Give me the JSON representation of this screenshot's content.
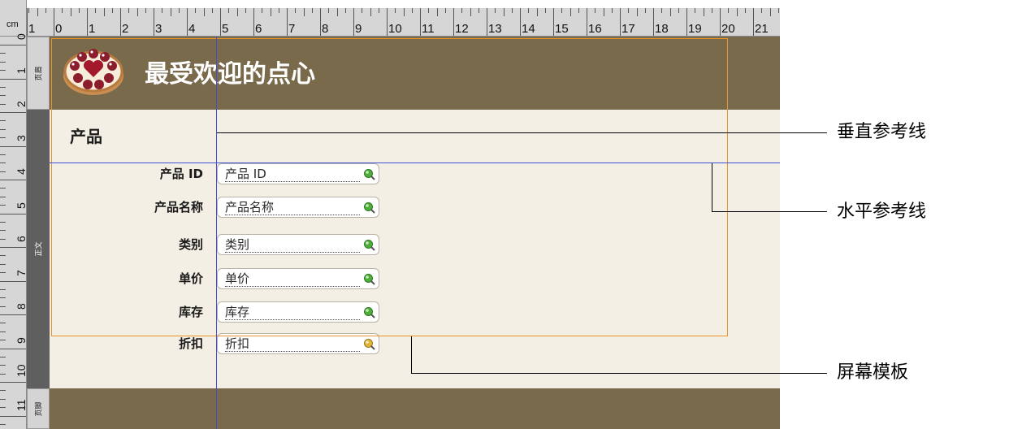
{
  "ruler": {
    "unit": "cm",
    "top_numbers": [
      "1",
      "0",
      "1",
      "2",
      "3",
      "4",
      "5",
      "6",
      "7",
      "8",
      "9",
      "10",
      "11",
      "12",
      "13",
      "14",
      "15",
      "16",
      "17",
      "18",
      "19",
      "20",
      "21"
    ],
    "left_numbers": [
      "0",
      "1",
      "2",
      "3",
      "4",
      "5",
      "6",
      "7",
      "8",
      "9",
      "10",
      "11"
    ]
  },
  "parts": {
    "header_tab": "页眉",
    "body_tab": "正文",
    "footer_tab": "页脚"
  },
  "header": {
    "title": "最受欢迎的点心",
    "logo_icon": "dessert-tart-icon"
  },
  "section": {
    "title": "产品"
  },
  "fields": [
    {
      "label": "产品 ID",
      "value": "产品 ID",
      "icon": "green-search-icon"
    },
    {
      "label": "产品名称",
      "value": "产品名称",
      "icon": "green-search-icon"
    },
    {
      "label": "类别",
      "value": "类别",
      "icon": "green-search-icon"
    },
    {
      "label": "单价",
      "value": "单价",
      "icon": "green-search-icon"
    },
    {
      "label": "库存",
      "value": "库存",
      "icon": "green-search-icon"
    },
    {
      "label": "折扣",
      "value": "折扣",
      "icon": "yellow-search-icon"
    }
  ],
  "callouts": {
    "vertical_guide": "垂直参考线",
    "horizontal_guide": "水平参考线",
    "screen_template": "屏幕模板"
  },
  "colors": {
    "band": "#7a6a4c",
    "body": "#f3efe4",
    "guide": "#3f4fd6",
    "template": "#e8942a"
  }
}
